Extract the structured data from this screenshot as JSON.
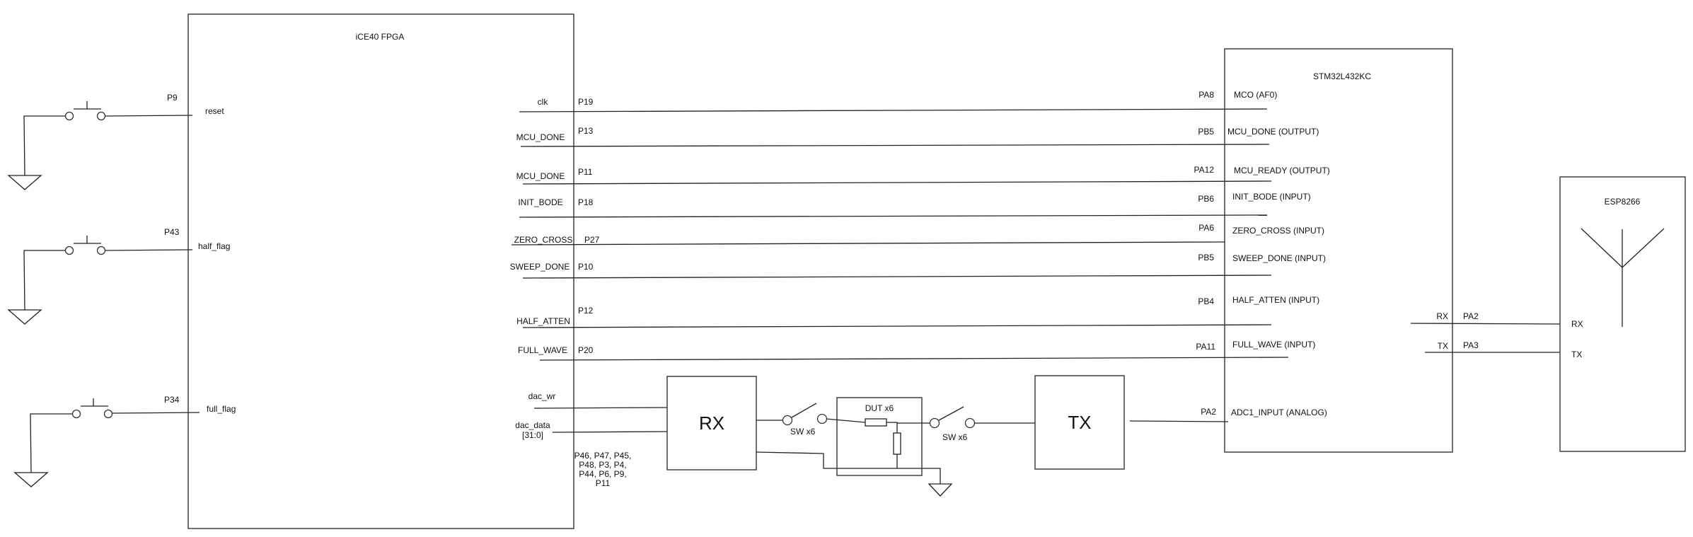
{
  "fpga": {
    "title": "iCE40 FPGA",
    "left_pins": [
      {
        "pin": "P9",
        "signal": "reset"
      },
      {
        "pin": "P43",
        "signal": "half_flag"
      },
      {
        "pin": "P34",
        "signal": "full_flag"
      }
    ],
    "right_pins": [
      {
        "signal": "clk",
        "pin": "P19"
      },
      {
        "signal": "MCU_DONE",
        "pin": "P13"
      },
      {
        "signal": "MCU_DONE",
        "pin": "P11"
      },
      {
        "signal": "INIT_BODE",
        "pin": "P18"
      },
      {
        "signal": "ZERO_CROSS",
        "pin": "P27"
      },
      {
        "signal": "SWEEP_DONE",
        "pin": "P10"
      },
      {
        "signal": "HALF_ATTEN",
        "pin": "P12"
      },
      {
        "signal": "FULL_WAVE",
        "pin": "P20"
      }
    ],
    "dac_wr": "dac_wr",
    "dac_data_line1": "dac_data",
    "dac_data_line2": "[31:0]",
    "dac_pins": [
      "P46, P47, P45,",
      "P48, P3, P4,",
      "P44, P6, P9,",
      "P11"
    ]
  },
  "stm32": {
    "title": "STM32L432KC",
    "pins": [
      {
        "pin": "PA8",
        "signal": "MCO (AF0)"
      },
      {
        "pin": "PB5",
        "signal": "MCU_DONE (OUTPUT)"
      },
      {
        "pin": "PA12",
        "signal": "MCU_READY (OUTPUT)"
      },
      {
        "pin": "PB6",
        "signal": "INIT_BODE (INPUT)"
      },
      {
        "pin": "PA6",
        "signal": "ZERO_CROSS  (INPUT)"
      },
      {
        "pin": "PB5",
        "signal": "SWEEP_DONE  (INPUT)"
      },
      {
        "pin": "PB4",
        "signal": "HALF_ATTEN  (INPUT)"
      },
      {
        "pin": "PA11",
        "signal": "FULL_WAVE  (INPUT)"
      }
    ],
    "adc_pin": "PA2",
    "adc_signal": "ADC1_INPUT (ANALOG)",
    "uart": [
      {
        "label": "RX",
        "pin": "PA2"
      },
      {
        "label": "TX",
        "pin": "PA3"
      }
    ]
  },
  "esp": {
    "title": "ESP8266",
    "rx": "RX",
    "tx": "TX"
  },
  "rx_block": "RX",
  "tx_block": "TX",
  "dut": "DUT x6",
  "switch_label_1": "SW x6",
  "switch_label_2": "SW x6"
}
